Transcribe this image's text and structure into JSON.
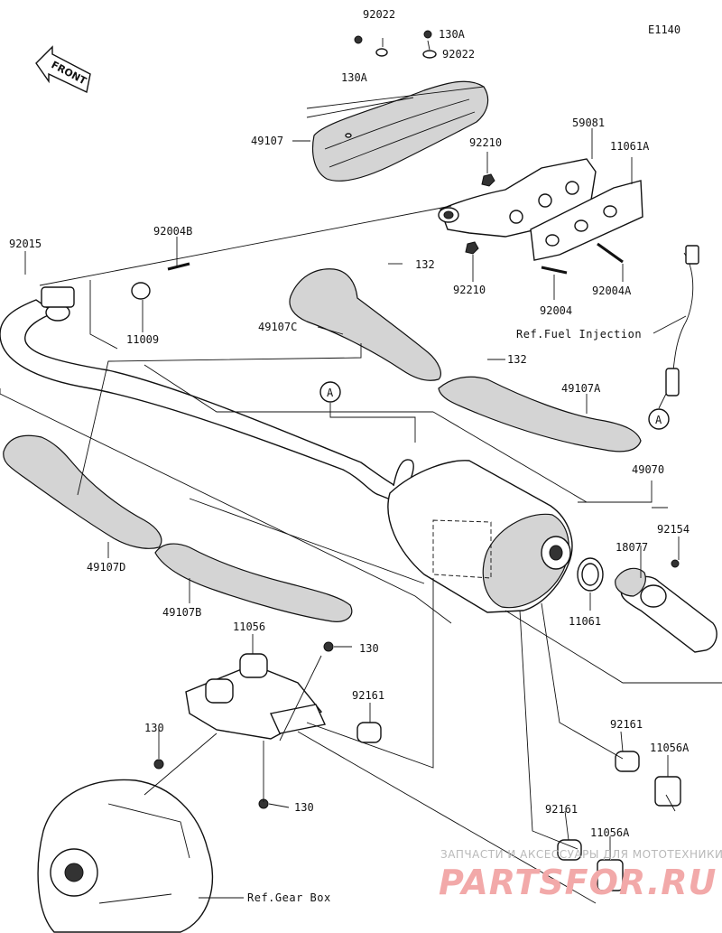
{
  "diagram_code": "E1140",
  "front_label": "FRONT",
  "callout_letter": "A",
  "parts": {
    "p92022_top": "92022",
    "p92022_right": "92022",
    "p130A_right": "130A",
    "p130A_left": "130A",
    "p49107": "49107",
    "p59081": "59081",
    "p11061A": "11061A",
    "p92210_top": "92210",
    "p92210_bottom": "92210",
    "p92004": "92004",
    "p92004A": "92004A",
    "p92004B": "92004B",
    "p92015": "92015",
    "p11009": "11009",
    "p132_top": "132",
    "p132_mid": "132",
    "p49107C": "49107C",
    "p49107A": "49107A",
    "p49070": "49070",
    "p92154": "92154",
    "p18077": "18077",
    "p11061": "11061",
    "p49107D": "49107D",
    "p49107B": "49107B",
    "p11056": "11056",
    "p130_top": "130",
    "p130_left": "130",
    "p130_bottom": "130",
    "p92161_a": "92161",
    "p92161_b": "92161",
    "p92161_c": "92161",
    "p11056A_a": "11056A",
    "p11056A_b": "11056A"
  },
  "references": {
    "fuel_injection": "Ref.Fuel Injection",
    "gear_box": "Ref.Gear Box"
  },
  "watermark": {
    "caption": "ЗАПЧАСТИ И АКСЕССУАРЫ ДЛЯ МОТОТЕХНИКИ",
    "logo_text": "PARTSFOR.RU"
  }
}
